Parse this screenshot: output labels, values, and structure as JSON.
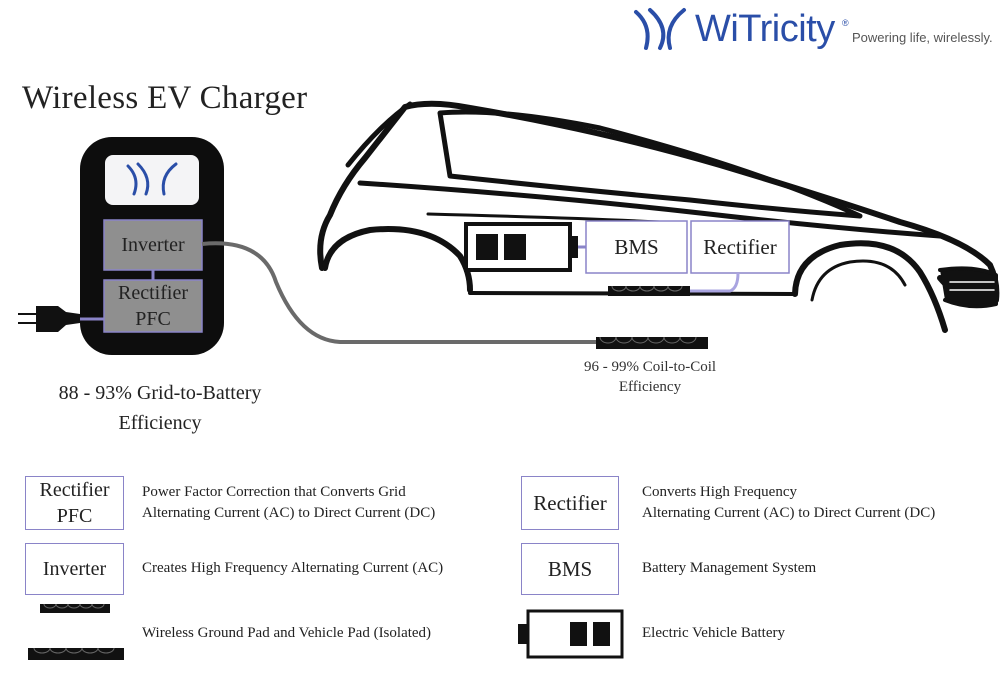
{
  "brand": {
    "name": "WiTricity",
    "registered_mark": "®",
    "tagline": "Powering life, wirelessly.",
    "color": "#2a4ea8"
  },
  "title": "Wireless EV Charger",
  "charger": {
    "inverter_label": "Inverter",
    "rectifier_pfc_label": "Rectifier\nPFC",
    "logo_icon": "witricity-logo-icon"
  },
  "vehicle": {
    "bms_label": "BMS",
    "rectifier_label": "Rectifier"
  },
  "efficiency": {
    "grid_to_battery": "88 - 93% Grid-to-Battery\nEfficiency",
    "coil_to_coil": "96 - 99% Coil-to-Coil\nEfficiency"
  },
  "legend": [
    {
      "label": "Rectifier\nPFC",
      "description": "Power Factor Correction that Converts Grid\nAlternating Current (AC) to Direct Current (DC)"
    },
    {
      "label": "Rectifier",
      "description": "Converts High Frequency\nAlternating Current (AC) to Direct Current (DC)"
    },
    {
      "label": "Inverter",
      "description": "Creates High Frequency Alternating Current (AC)"
    },
    {
      "label": "BMS",
      "description": "Battery Management System"
    },
    {
      "icon": "coil-pad-icon",
      "description": "Wireless Ground Pad and Vehicle Pad (Isolated)"
    },
    {
      "icon": "battery-icon",
      "description": "Electric Vehicle Battery"
    }
  ],
  "colors": {
    "box_border": "#8a84c8",
    "charger_body": "#0d0d0d",
    "charger_module": "#8f8f8f",
    "cable": "#6a6a6a",
    "link_line": "#a9a4e0"
  }
}
